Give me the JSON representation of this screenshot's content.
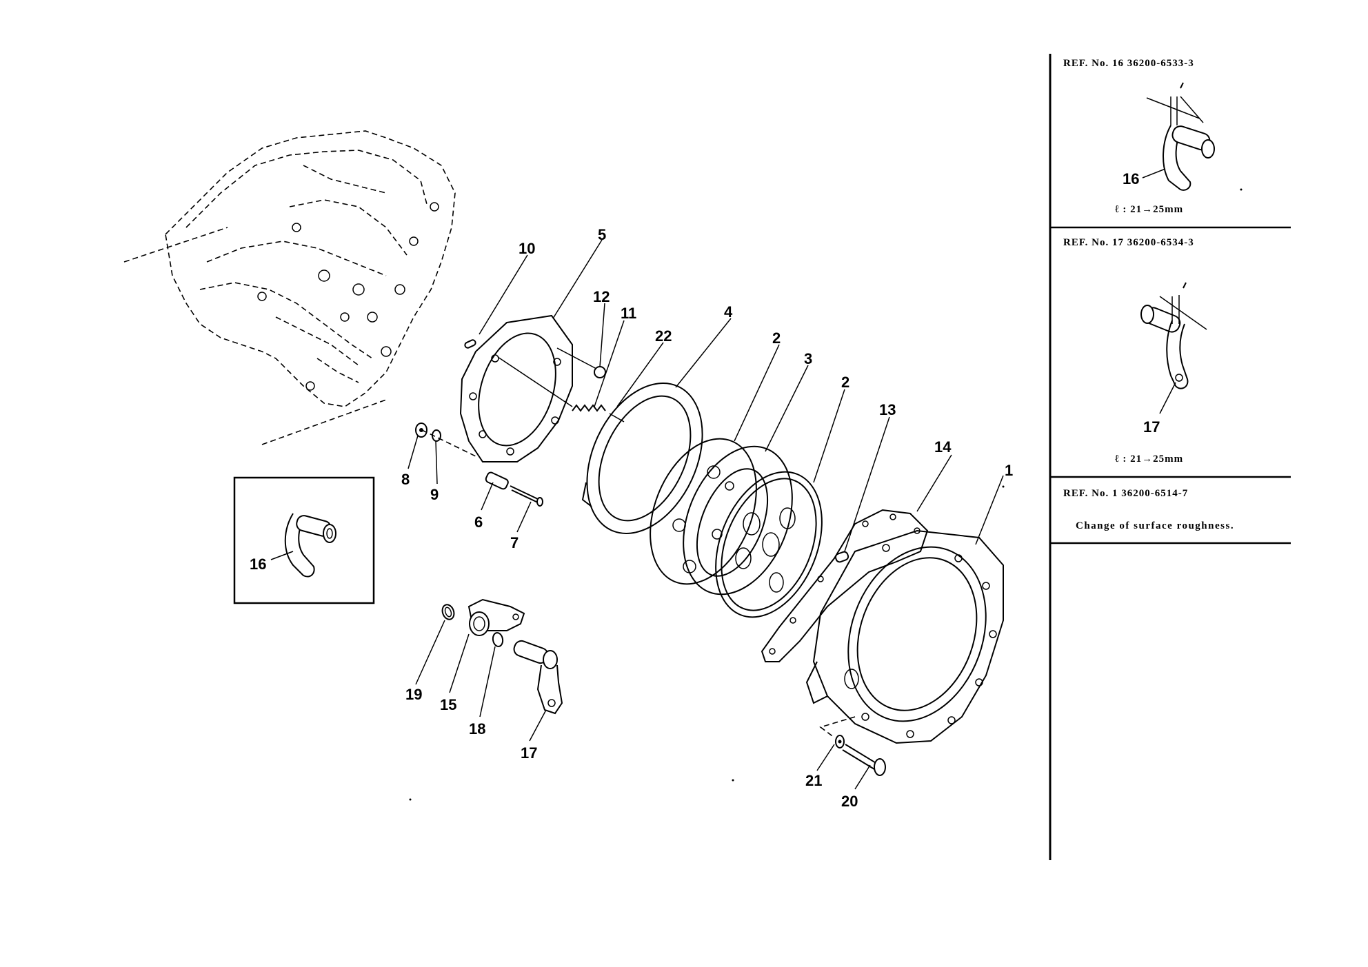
{
  "part_labels": {
    "p1": "1",
    "p2a": "2",
    "p2b": "2",
    "p3": "3",
    "p4": "4",
    "p5": "5",
    "p6": "6",
    "p7": "7",
    "p8": "8",
    "p9": "9",
    "p10": "10",
    "p11": "11",
    "p12": "12",
    "p13": "13",
    "p14": "14",
    "p15": "15",
    "p16": "16",
    "p17": "17",
    "p18": "18",
    "p19": "19",
    "p20": "20",
    "p21": "21",
    "p22": "22"
  },
  "inset": {
    "part_label": "16"
  },
  "ref_panel": {
    "sections": [
      {
        "ref": "REF. No. 16 36200-6533-3",
        "part": "16",
        "dimension": "ℓ : 21→25mm"
      },
      {
        "ref": "REF. No. 17 36200-6534-3",
        "part": "17",
        "dimension": "ℓ : 21→25mm"
      },
      {
        "ref": "REF. No. 1  36200-6514-7",
        "note": "Change of surface roughness."
      }
    ],
    "dim_symbol": "ℓ"
  }
}
